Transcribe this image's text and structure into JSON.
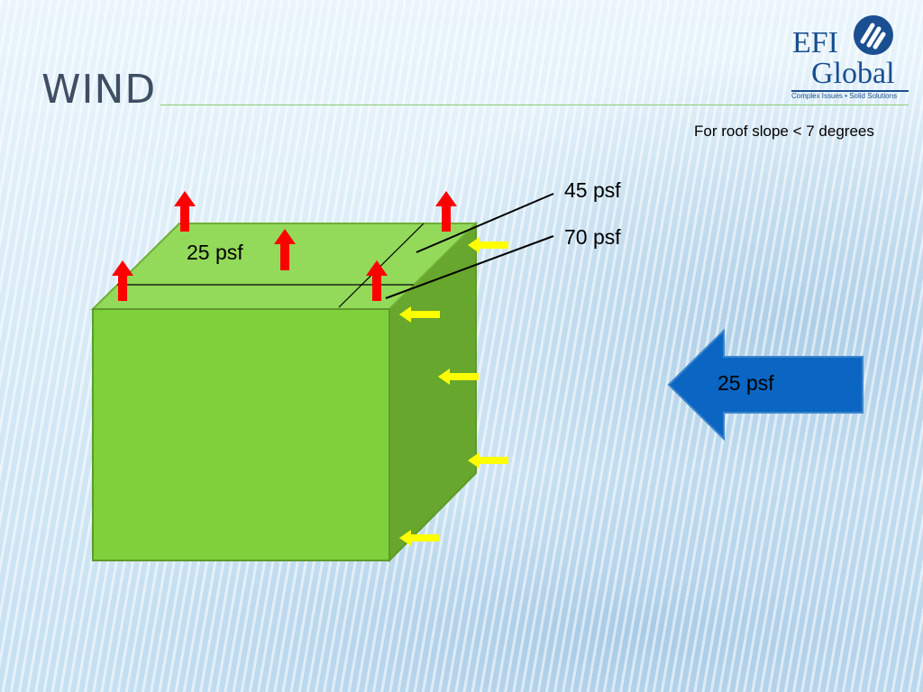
{
  "slide": {
    "title": "WIND",
    "condition_note": "For roof slope < 7 degrees"
  },
  "logo": {
    "name_line1": "EFI",
    "name_line2": "Global",
    "tagline": "Complex Issues • Solid Solutions",
    "emblem_icon": "efi-globe-emblem-icon",
    "color": "#1a4f91"
  },
  "diagram": {
    "roof_interior_pressure": "25 psf",
    "roof_edge_pressure": "45 psf",
    "roof_corner_pressure": "70 psf",
    "wall_pressure": "25 psf",
    "wind_direction_icon": "left-arrow-icon",
    "uplift_arrow_icon": "up-arrow-icon",
    "wall_suction_arrow_icon": "left-arrow-icon",
    "colors": {
      "front_face": "#7ed13a",
      "side_face": "#67a72d",
      "roof": "#93d95a",
      "uplift_arrow": "#ff0000",
      "suction_arrow": "#ffff00",
      "wind_arrow": "#0a66c2"
    }
  }
}
